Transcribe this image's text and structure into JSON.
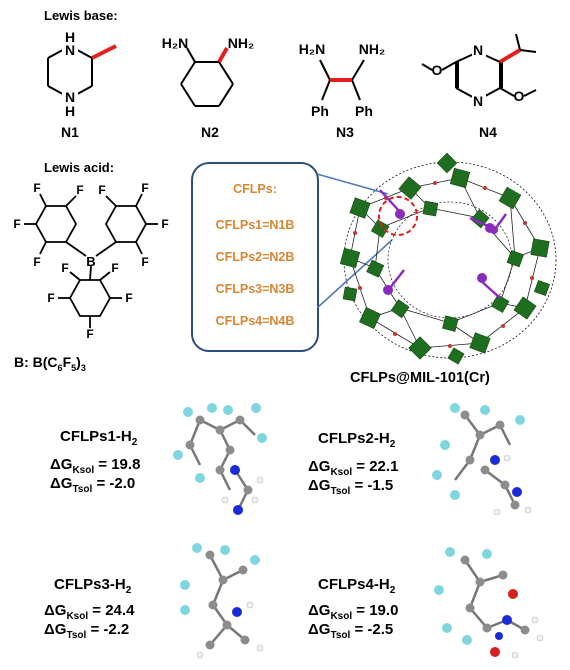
{
  "header": {
    "lewis_base": "Lewis base:",
    "lewis_acid": "Lewis acid:"
  },
  "molecules": {
    "n1": {
      "label": "N1",
      "atom_top": "H",
      "atom_top2": "N",
      "atom_bot": "N",
      "atom_bot2": "H"
    },
    "n2": {
      "label": "N2",
      "group_left": "H₂N",
      "group_right": "NH₂"
    },
    "n3": {
      "label": "N3",
      "group_left": "H₂N",
      "group_right": "NH₂",
      "ph_left": "Ph",
      "ph_right": "Ph"
    },
    "n4": {
      "label": "N4",
      "atom_n": "N",
      "atom_o_left": "O",
      "atom_o_right": "O"
    },
    "borane": {
      "label_prefix": "B: B(C",
      "label_sub1": "6",
      "label_mid": "F",
      "label_sub2": "5",
      "label_suffix": ")",
      "label_sub3": "3",
      "atom_b": "B",
      "atom_f": "F"
    }
  },
  "cflps_box": {
    "title": "CFLPs:",
    "items": [
      "CFLPs1=N1B",
      "CFLPs2=N2B",
      "CFLPs3=N3B",
      "CFLPs4=N4B"
    ]
  },
  "framework": {
    "label": "CFLPs@MIL-101(Cr)"
  },
  "colors": {
    "box_border": "#2e4d7b",
    "box_text": "#d98634",
    "bond_highlight": "#e02020",
    "mof_green": "#1f6e1f",
    "lewis_site": "#8a2bbf",
    "carbon": "#8c8c8c",
    "fluorine": "#7fd6e0",
    "nitrogen": "#1a2bd6",
    "oxygen": "#d62020",
    "hydrogen": "#f2f2f2"
  },
  "results": [
    {
      "title_main": "CFLPs1-H",
      "title_sub": "2",
      "g_k_sym": "ΔG",
      "g_k_sub": "Ksol",
      "g_k_val": " = 19.8",
      "g_t_sym": "ΔG",
      "g_t_sub": "Tsol",
      "g_t_val": " = -2.0"
    },
    {
      "title_main": "CFLPs2-H",
      "title_sub": "2",
      "g_k_sym": "ΔG",
      "g_k_sub": "Ksol",
      "g_k_val": " = 22.1",
      "g_t_sym": "ΔG",
      "g_t_sub": "Tsol",
      "g_t_val": " = -1.5"
    },
    {
      "title_main": "CFLPs3-H",
      "title_sub": "2",
      "g_k_sym": "ΔG",
      "g_k_sub": "Ksol",
      "g_k_val": " = 24.4",
      "g_t_sym": "ΔG",
      "g_t_sub": "Tsol",
      "g_t_val": " = -2.2"
    },
    {
      "title_main": "CFLPs4-H",
      "title_sub": "2",
      "g_k_sym": "ΔG",
      "g_k_sub": "Ksol",
      "g_k_val": " = 19.0",
      "g_t_sym": "ΔG",
      "g_t_sub": "Tsol",
      "g_t_val": " = -2.5"
    }
  ]
}
